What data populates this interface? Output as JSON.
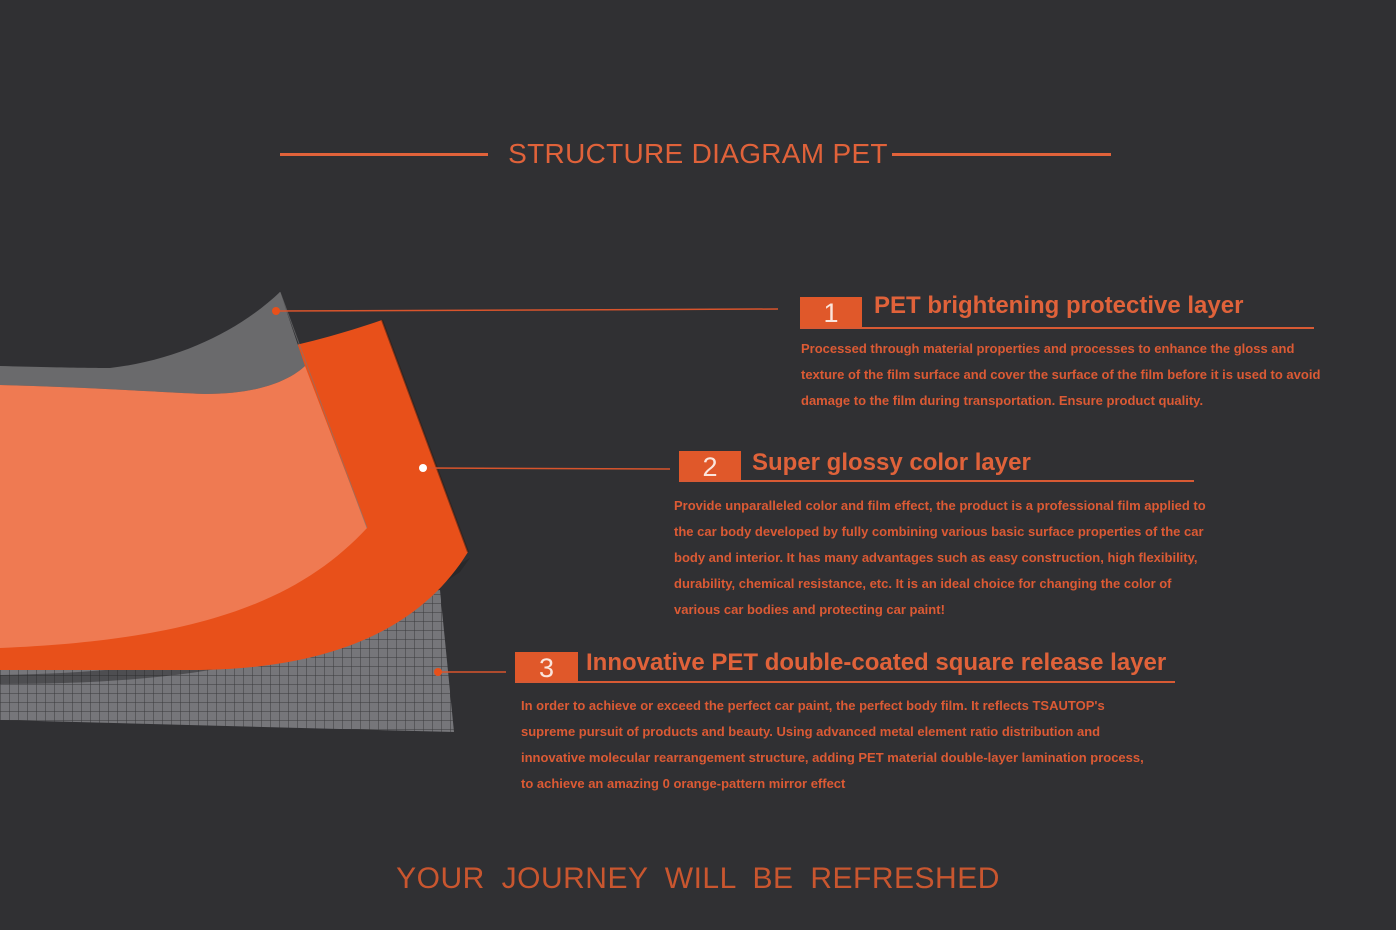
{
  "title": "STRUCTURE DIAGRAM PET",
  "layers": [
    {
      "number": "1",
      "heading": "PET brightening protective layer",
      "description": "Processed through material properties and processes to enhance the gloss and texture of the film surface and cover the surface of the film before it is used to avoid damage to the film during transportation. Ensure product quality."
    },
    {
      "number": "2",
      "heading": "Super glossy color layer",
      "description": "Provide unparalleled color and film effect, the product is a professional film applied to the car body developed by fully combining various basic surface properties of the car body and interior. It has many advantages such as easy construction, high flexibility, durability, chemical resistance, etc. It is an ideal choice for changing the color of various car bodies and protecting car paint!"
    },
    {
      "number": "3",
      "heading": "Innovative PET double-coated square release layer",
      "description": "In order to achieve or exceed the perfect car paint, the perfect body film. It reflects TSAUTOP's supreme pursuit of products and beauty. Using advanced metal element ratio distribution and innovative molecular rearrangement structure, adding PET material double-layer lamination process, to achieve an amazing 0 orange-pattern mirror effect"
    }
  ],
  "footer": "YOUR  JOURNEY  WILL  BE  REFRESHED",
  "colors": {
    "background": "#303033",
    "accent": "#e0623a",
    "color_layer": "#e8501a",
    "protective_layer": "#6a6a6c",
    "release_grid": "#8a8a8c"
  }
}
